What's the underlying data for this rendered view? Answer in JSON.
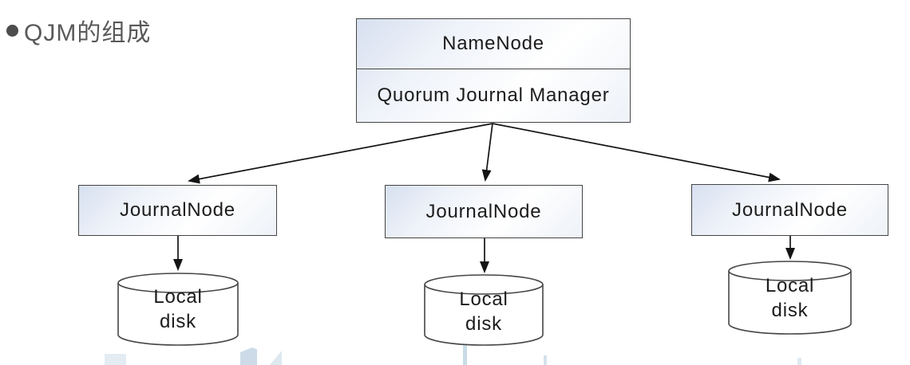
{
  "title": {
    "bullet": "●",
    "text": "QJM的组成"
  },
  "diagram": {
    "namenode": {
      "label": "NameNode"
    },
    "qjm": {
      "label": "Quorum Journal Manager"
    },
    "journal_nodes": [
      {
        "label": "JournalNode"
      },
      {
        "label": "JournalNode"
      },
      {
        "label": "JournalNode"
      }
    ],
    "disks": [
      {
        "line1": "Local",
        "line2": "disk"
      },
      {
        "line1": "Local",
        "line2": "disk"
      },
      {
        "line1": "Local",
        "line2": "disk"
      }
    ]
  },
  "colors": {
    "title_text": "#595959",
    "box_border": "#454545",
    "box_gradient_start": "#d7e0f0",
    "box_gradient_end": "#eef2f8",
    "box_text": "#1c1c1c",
    "arrow": "#141414",
    "watermark": "#ccdbe7",
    "background": "#ffffff"
  }
}
